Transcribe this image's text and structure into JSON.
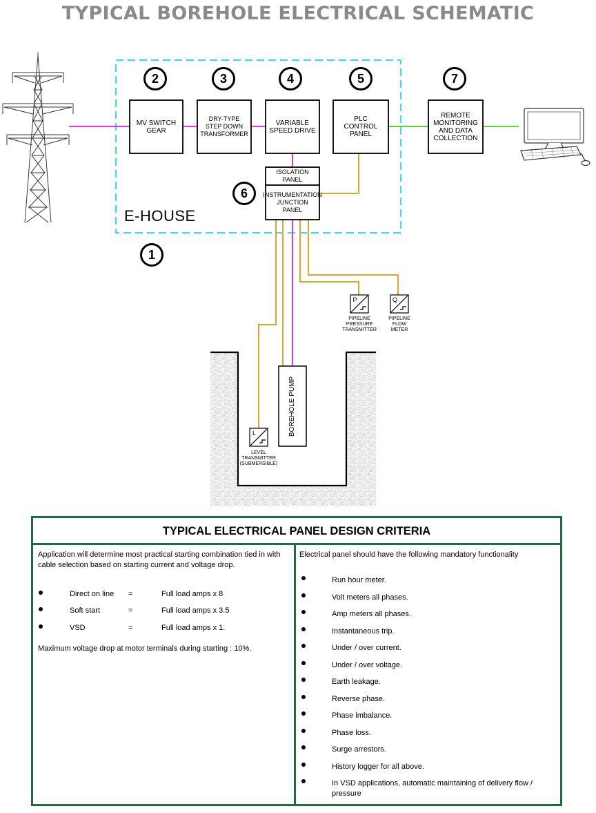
{
  "title": "TYPICAL BOREHOLE ELECTRICAL SCHEMATIC",
  "colors": {
    "title_gray": "#8a8a8a",
    "ehouse_border": "#3fd9ee",
    "power_line": "#e838e0",
    "signal_line": "#d9a52a",
    "network_line": "#5fd53a",
    "table_border": "#1e6b3e"
  },
  "icons": [
    "transmission-tower-icon",
    "computer-icon",
    "pressure-transmitter-icon",
    "flow-meter-icon",
    "level-transmitter-icon"
  ],
  "diagram": {
    "ehouse_label": "E-HOUSE",
    "numbers": {
      "ehouse": "1",
      "mv_switchgear": "2",
      "transformer": "3",
      "vsd": "4",
      "plc": "5",
      "isolation": "6",
      "remote": "7"
    },
    "boxes": {
      "mv_switchgear": "MV SWITCH\nGEAR",
      "transformer": "DRY-TYPE\nSTEP DOWN\nTRANSFORMER",
      "vsd": "VARIABLE\nSPEED DRIVE",
      "plc": "PLC\nCONTROL\nPANEL",
      "remote": "REMOTE\nMONITORING\nAND DATA\nCOLLECTION",
      "isolation_panel": "ISOLATION PANEL",
      "junction_panel": "INSTRUMENTATION\nJUNCTION\nPANEL",
      "borehole_pump": "BOREHOLE PUMP"
    },
    "instruments": {
      "pressure_symbol": "P",
      "pressure_label": "PIPELINE\nPRESSURE\nTRANSMITTER",
      "flow_symbol": "Q",
      "flow_label": "PIPELINE\nFLOW\nMETER",
      "level_symbol": "L",
      "level_label": "LEVEL\nTRANSMITTER\n(SUBMERSIBLE)"
    }
  },
  "criteria": {
    "title": "TYPICAL ELECTRICAL PANEL DESIGN CRITERIA",
    "left_intro": "Application will determine most practical starting combination tied in with cable selection based on starting current and voltage drop.",
    "starting_methods": [
      {
        "method": "Direct on line",
        "eq": "=",
        "value": "Full load amps x 8"
      },
      {
        "method": "Soft start",
        "eq": "=",
        "value": "Full load amps x 3.5"
      },
      {
        "method": "VSD",
        "eq": "=",
        "value": "Full load amps x 1."
      }
    ],
    "left_footer": "Maximum voltage drop at motor terminals during starting : 10%.",
    "right_intro": "Electrical panel should have the following mandatory functionality",
    "functions": [
      "Run hour meter.",
      "Volt meters all phases.",
      "Amp meters all phases.",
      "Instantaneous trip.",
      "Under / over current.",
      "Under / over voltage.",
      "Earth leakage.",
      "Reverse phase.",
      "Phase imbalance.",
      "Phase loss.",
      "Surge arrestors.",
      "History logger for all above.",
      "In VSD applications, automatic maintaining of delivery flow / pressure"
    ]
  }
}
